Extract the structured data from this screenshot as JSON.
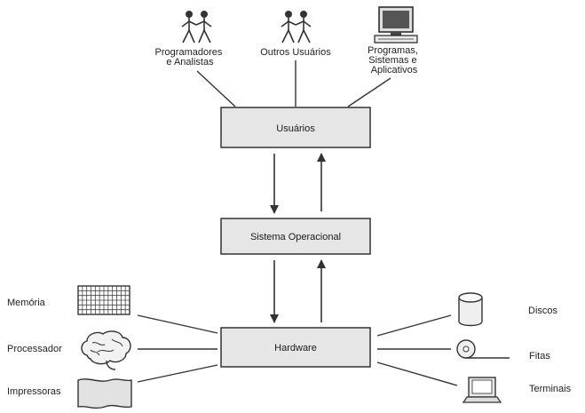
{
  "top_actors": [
    {
      "lines": [
        "Programadores",
        "e Analistas"
      ],
      "icon": "people-icon"
    },
    {
      "lines": [
        "Outros Usuários"
      ],
      "icon": "people-icon"
    },
    {
      "lines": [
        "Programas,",
        "Sistemas e",
        "Aplicativos"
      ],
      "icon": "computer-icon"
    }
  ],
  "layers": {
    "users": "Usuários",
    "os": "Sistema Operacional",
    "hardware": "Hardware"
  },
  "left_devices": [
    {
      "label": "Memória",
      "icon": "memory-grid-icon"
    },
    {
      "label": "Processador",
      "icon": "brain-icon"
    },
    {
      "label": "Impressoras",
      "icon": "paper-icon"
    }
  ],
  "right_devices": [
    {
      "label": "Discos",
      "icon": "disk-cylinder-icon"
    },
    {
      "label": "Fitas",
      "icon": "tape-reel-icon"
    },
    {
      "label": "Terminais",
      "icon": "terminal-icon"
    }
  ],
  "colors": {
    "box_fill": "#e6e6e6",
    "box_stroke": "#333333",
    "line": "#333333"
  }
}
